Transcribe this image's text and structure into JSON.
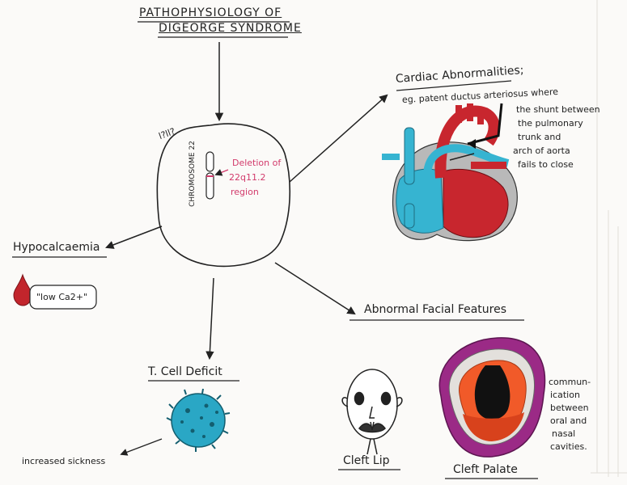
{
  "title": {
    "line1": "PATHOPHYSIOLOGY OF",
    "line2": "DIGEORGE SYNDROME"
  },
  "cell": {
    "chromosome_label": "CHROMOSOME 22",
    "scribble": "l?ll?",
    "deletion": {
      "line1": "Deletion of",
      "line2": "22q11.2",
      "line3": "region"
    }
  },
  "hypocalcaemia": {
    "heading": "Hypocalcaemia",
    "bubble": "\"low Ca2+\""
  },
  "cardiac": {
    "heading": "Cardiac Abnormalities;",
    "example": "eg. patent ductus arteriosus where",
    "desc": [
      "the shunt between",
      "the pulmonary",
      "trunk and",
      "arch of aorta",
      "fails to close"
    ]
  },
  "tcell": {
    "heading": "T. Cell Deficit",
    "effect": "increased sickness"
  },
  "facial": {
    "heading": "Abnormal Facial Features",
    "cleft_lip": "Cleft Lip",
    "cleft_palate": "Cleft Palate",
    "note": [
      "commun-",
      "ication",
      "between",
      "oral and",
      "nasal",
      "cavities."
    ]
  }
}
